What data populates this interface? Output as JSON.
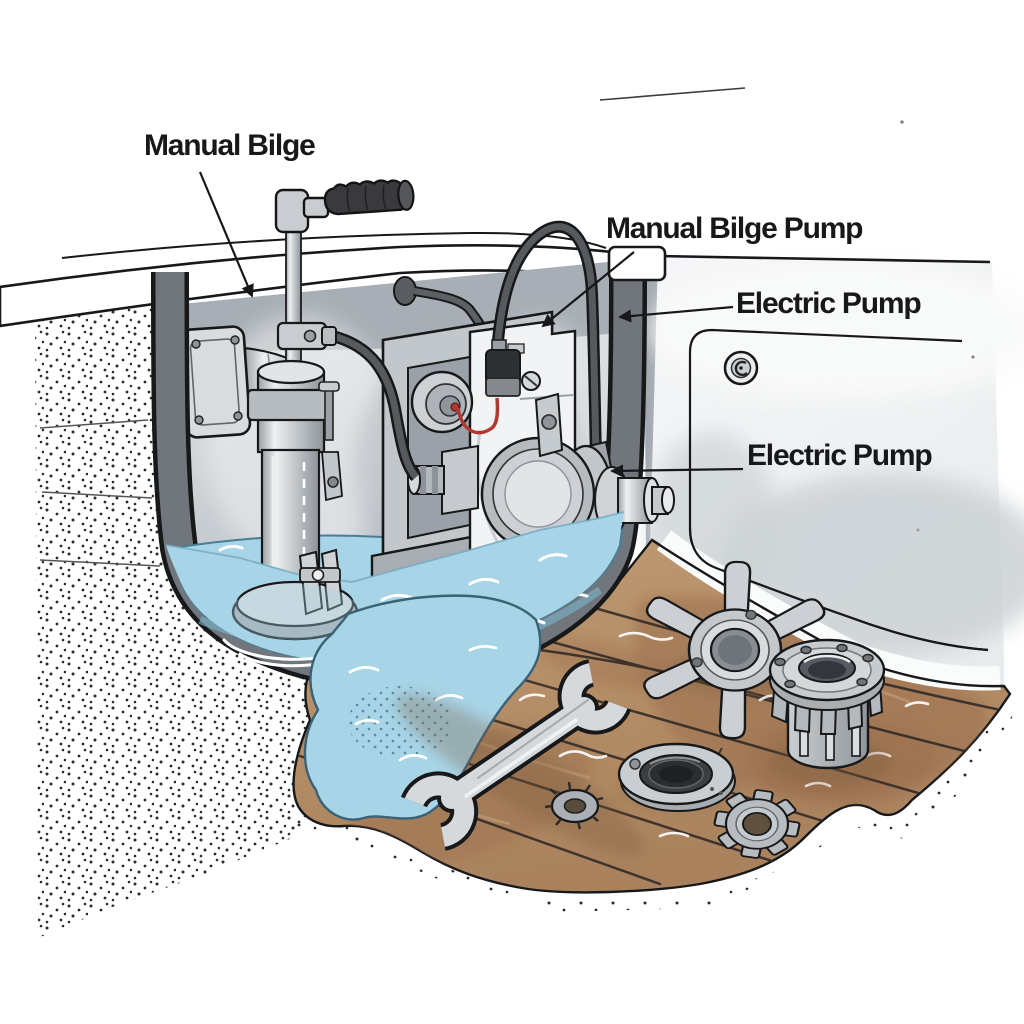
{
  "diagram": {
    "type": "boat-bilge-pump-cutaway-illustration",
    "labels": [
      {
        "id": "manual-bilge",
        "text": "Manual Bilge"
      },
      {
        "id": "manual-bilge-pump",
        "text": "Manual Bilge Pump"
      },
      {
        "id": "electric-pump-upper",
        "text": "Electric Pump"
      },
      {
        "id": "electric-pump-lower",
        "text": "Electric Pump"
      }
    ],
    "colors": {
      "background": "#ffffff",
      "outline": "#17181a",
      "hull_section_gray": "#71767d",
      "inner_wall": "#ccd1d6",
      "wall_shadow": "#a4abb2",
      "water_blue": "#a7d4e6",
      "water_outline": "#3a6276",
      "deck_wood": "#b5906b",
      "deck_wet": "#9c7050",
      "metal_light": "#d6d9dc",
      "metal_mid": "#b3b8bd",
      "metal_dark": "#878d93",
      "handle_grip": "#3a3a3e",
      "wire_red": "#b23730",
      "hose_black": "#44474b"
    },
    "parts": [
      "manual-bilge-pump",
      "pump-handle",
      "through-hull-fitting",
      "electric-pump",
      "discharge-hose",
      "power-wire",
      "bilge-water",
      "water-spill",
      "wood-deck",
      "open-end-wrench",
      "impeller",
      "pump-housing",
      "flange-seal-ring",
      "lock-washer",
      "gear"
    ]
  }
}
